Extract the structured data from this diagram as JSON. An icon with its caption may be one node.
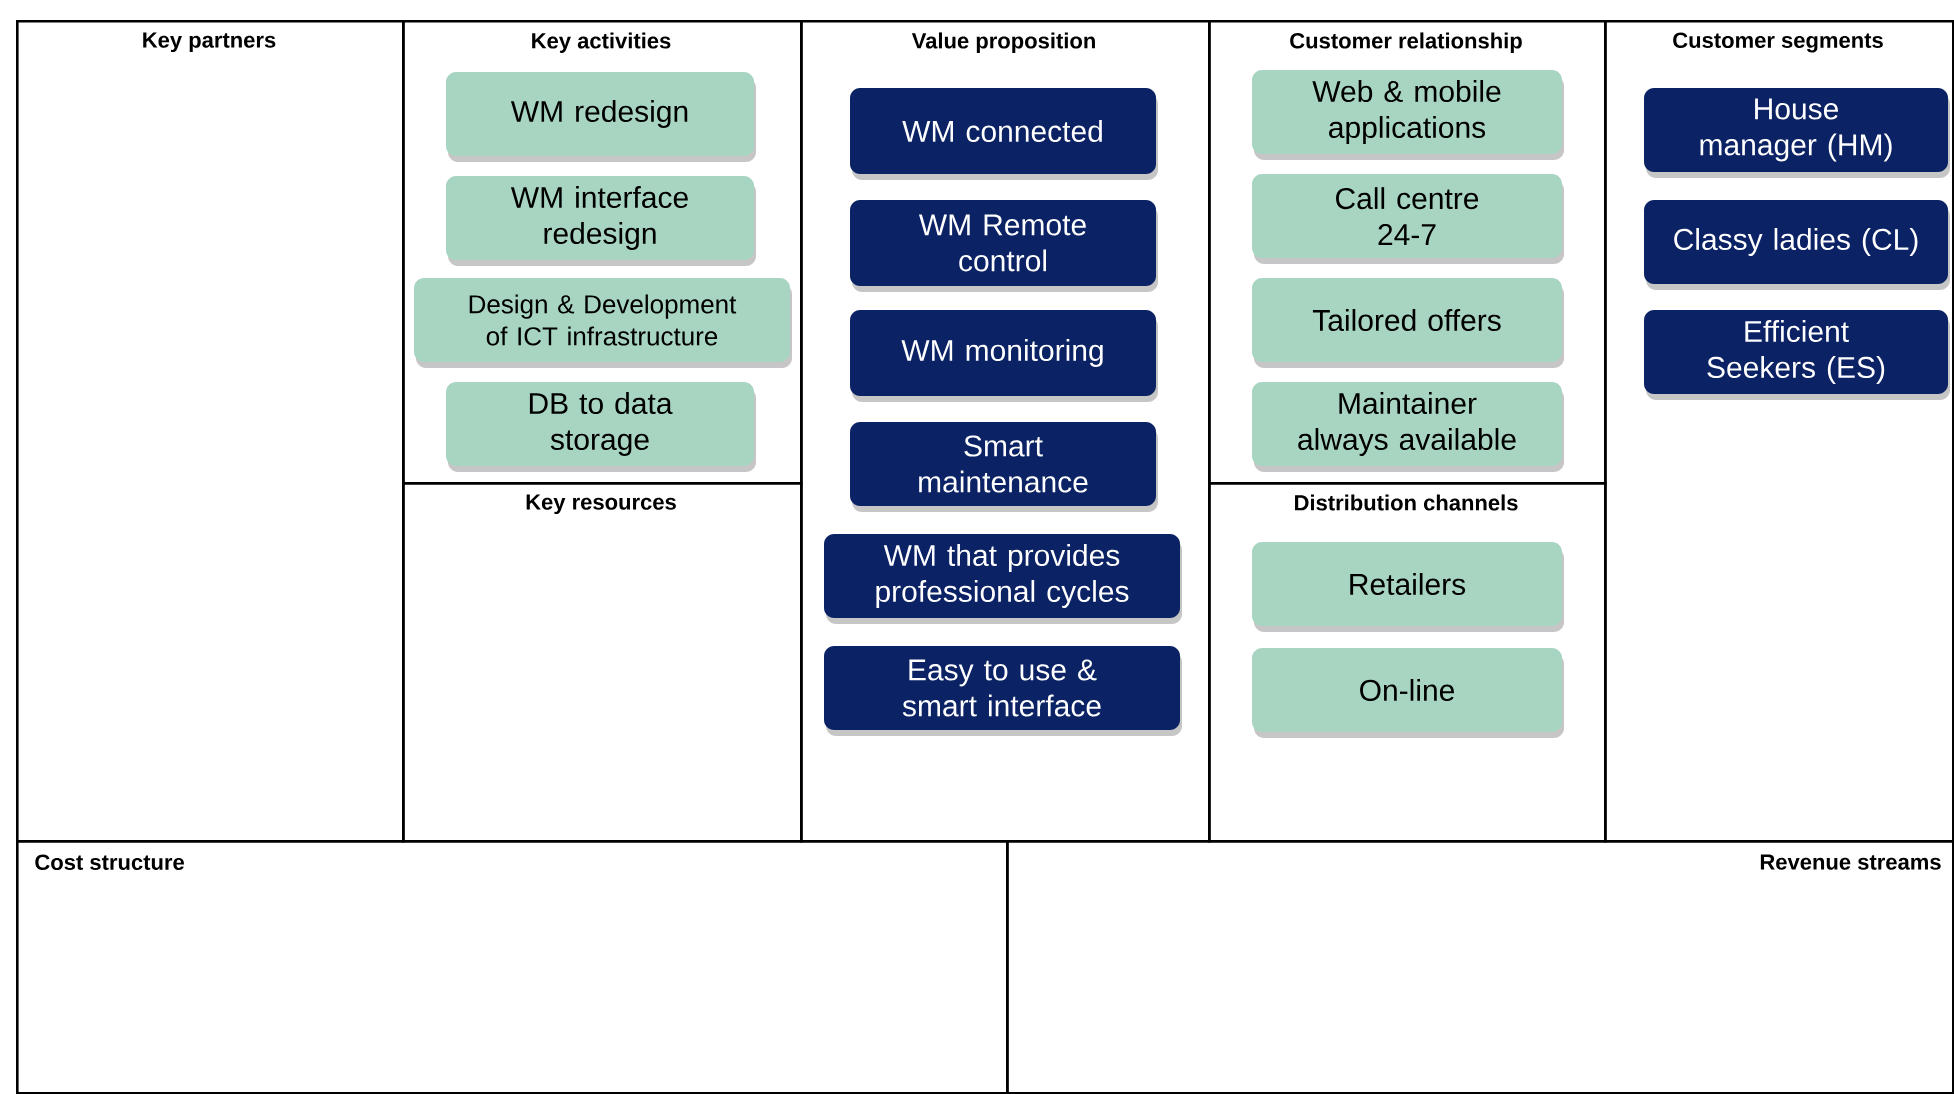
{
  "diagram": {
    "nodes": [
      {
        "text": [
          "Key partners"
        ]
      },
      {
        "text": [
          "Key activities"
        ]
      },
      {
        "text": [
          "WM redesign"
        ],
        "in": 1
      },
      {
        "text": [
          "WM interface redesign"
        ],
        "in": 1
      },
      {
        "text": [
          "Design & Development of ICT infrastructure"
        ],
        "in": 1
      },
      {
        "text": [
          "DB to data storage"
        ],
        "in": 1
      },
      {
        "text": [
          "Key resources"
        ]
      },
      {
        "text": [
          "Value proposition"
        ]
      },
      {
        "text": [
          "WM connected"
        ],
        "in": 7
      },
      {
        "text": [
          "WM Remote control"
        ],
        "in": 7
      },
      {
        "text": [
          "WM monitoring"
        ],
        "in": 7
      },
      {
        "text": [
          "Smart maintenance"
        ],
        "in": 7
      },
      {
        "text": [
          "WM that provides professional cycles"
        ],
        "in": 7
      },
      {
        "text": [
          "Easy to use & smart interface"
        ],
        "in": 7
      },
      {
        "text": [
          "Customer relationship"
        ]
      },
      {
        "text": [
          "Web & mobile applications"
        ],
        "in": 14
      },
      {
        "text": [
          "Call centre 24-7"
        ],
        "in": 14
      },
      {
        "text": [
          "Tailored offers"
        ],
        "in": 14
      },
      {
        "text": [
          "Maintainer always available"
        ],
        "in": 14
      },
      {
        "text": [
          "Distribution channels"
        ]
      },
      {
        "text": [
          "Retailers"
        ],
        "in": 19
      },
      {
        "text": [
          "On-line"
        ],
        "in": 19
      },
      {
        "text": [
          "Customer segments"
        ]
      },
      {
        "text": [
          "House manager (HM)"
        ],
        "in": 22
      },
      {
        "text": [
          "Classy ladies (CL)"
        ],
        "in": 22
      },
      {
        "text": [
          "Efficient Seekers (ES)"
        ],
        "in": 22
      },
      {
        "text": [
          "Cost structure"
        ]
      },
      {
        "text": [
          "Revenue streams"
        ]
      }
    ]
  }
}
